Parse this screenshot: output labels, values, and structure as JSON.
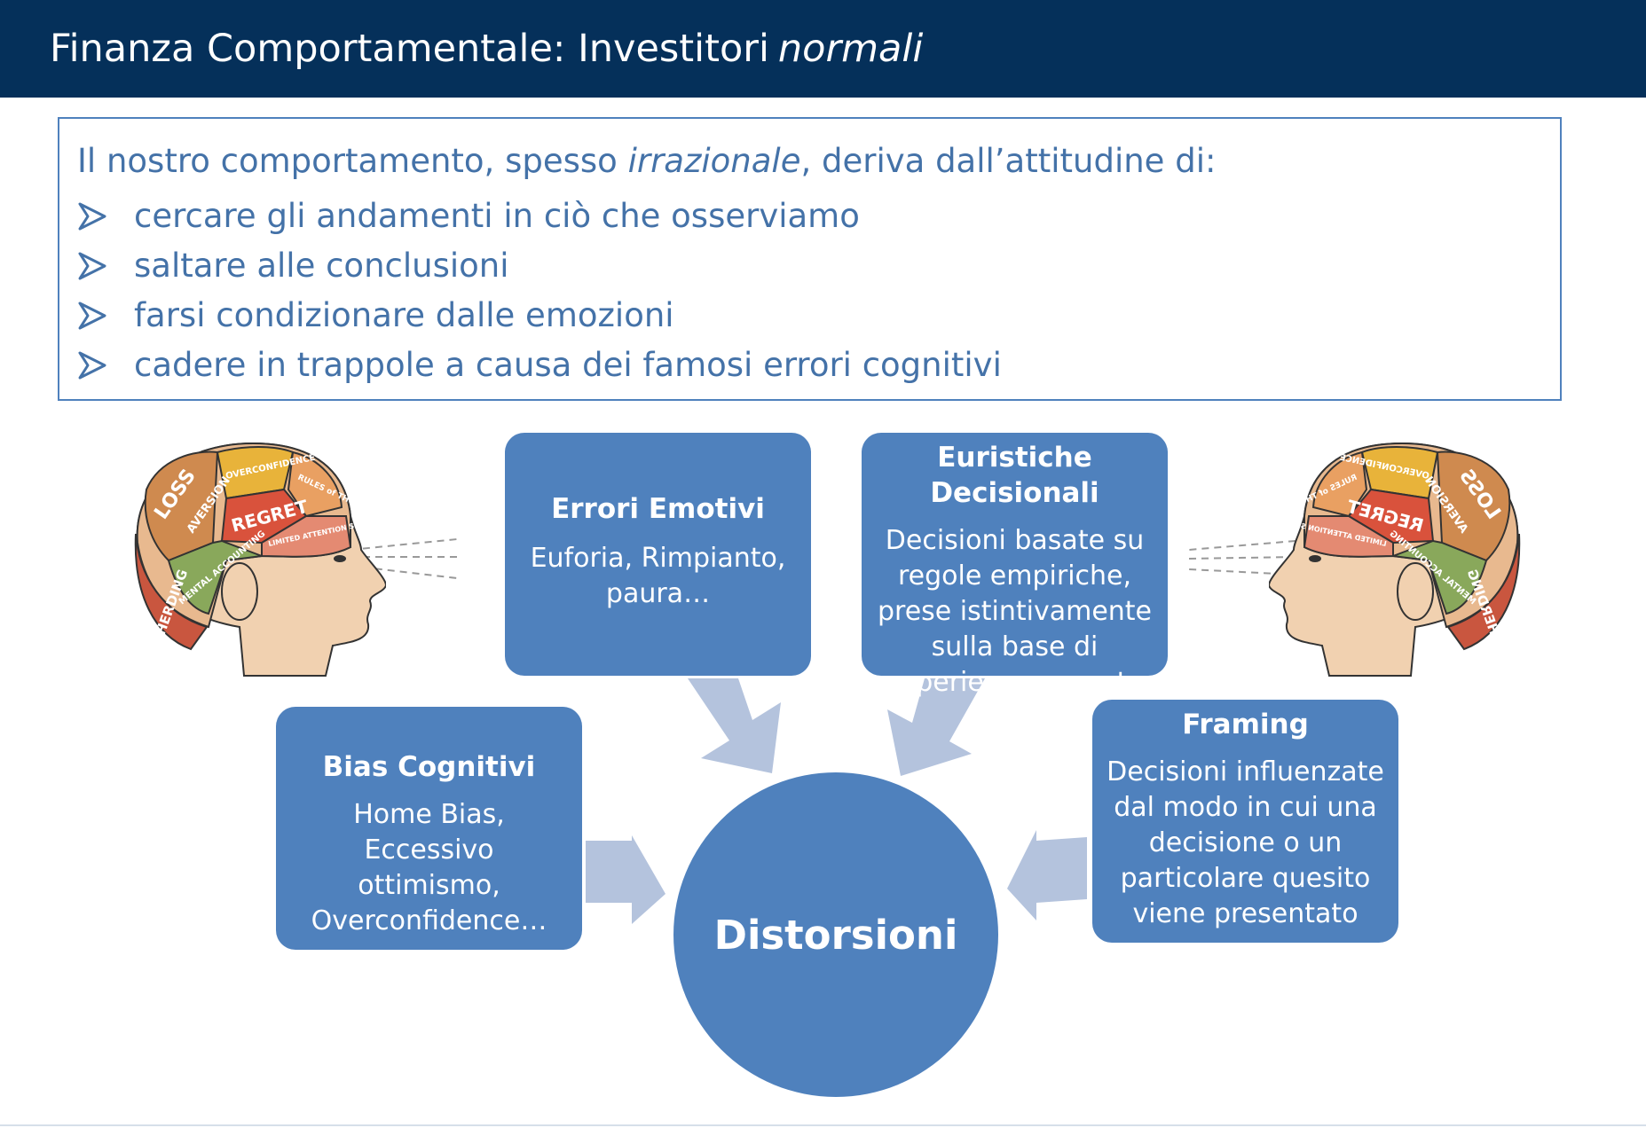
{
  "header": {
    "title": "Finanza Comportamentale: Investitori",
    "title_emphasis": "normali"
  },
  "intro": {
    "lead_before": "Il nostro comportamento, spesso ",
    "lead_emphasis": "irrazionale",
    "lead_after": ", deriva dall’attitudine di:",
    "bullets": [
      "cercare gli andamenti in ciò che osserviamo",
      "saltare alle conclusioni",
      "farsi condizionare dalle emozioni",
      "cadere in trappole a causa dei famosi errori cognitivi"
    ]
  },
  "colors": {
    "header_bg": "#05305a",
    "box": "#4f81bd",
    "arrow": "#b4c3dd",
    "text_blue": "#4472a8"
  },
  "heads": {
    "labels": [
      "LOSS",
      "AVERSION",
      "OVERCONFIDENCE",
      "RULES of THUMB",
      "REGRET",
      "LIMITED ATTENTION SPAN",
      "MENTAL ACCOUNTING",
      "HERDING"
    ]
  },
  "diagram": {
    "center": "Distorsioni",
    "nodes": {
      "emotivi": {
        "title": "Errori Emotivi",
        "lines": [
          "Euforia, Rimpianto,",
          "paura…"
        ]
      },
      "euristiche": {
        "title": "Euristiche Decisionali",
        "lines": [
          "Decisioni basate su",
          "regole empiriche,",
          "prese istintivamente",
          "sulla base di",
          "esperienze passate"
        ]
      },
      "bias": {
        "title": "Bias Cognitivi",
        "lines": [
          "Home Bias, Eccessivo",
          "ottimismo,",
          "Overconfidence…"
        ]
      },
      "framing": {
        "title": "Framing",
        "lines": [
          "Decisioni influenzate",
          "dal modo in cui una",
          "decisione o un",
          "particolare quesito",
          "viene presentato"
        ]
      }
    }
  }
}
